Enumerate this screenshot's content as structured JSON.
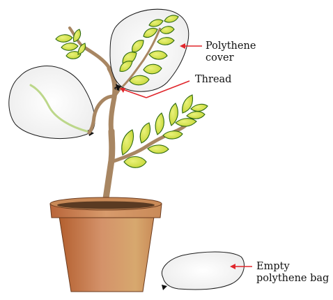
{
  "labels": {
    "polythene_cover": [
      "Polythene",
      "cover"
    ],
    "thread": "Thread",
    "empty_bag": [
      "Empty",
      "polythene bag"
    ]
  },
  "colors": {
    "arrow": "#e0262c",
    "stem": "#a88662",
    "leaf_fill": "#d8e83a",
    "leaf_dark": "#2f6a12",
    "bag_outline": "#1a1a1a",
    "pot_dark": "#b35f2e",
    "pot_light": "#d4a070",
    "soil": "#5a3a22"
  }
}
